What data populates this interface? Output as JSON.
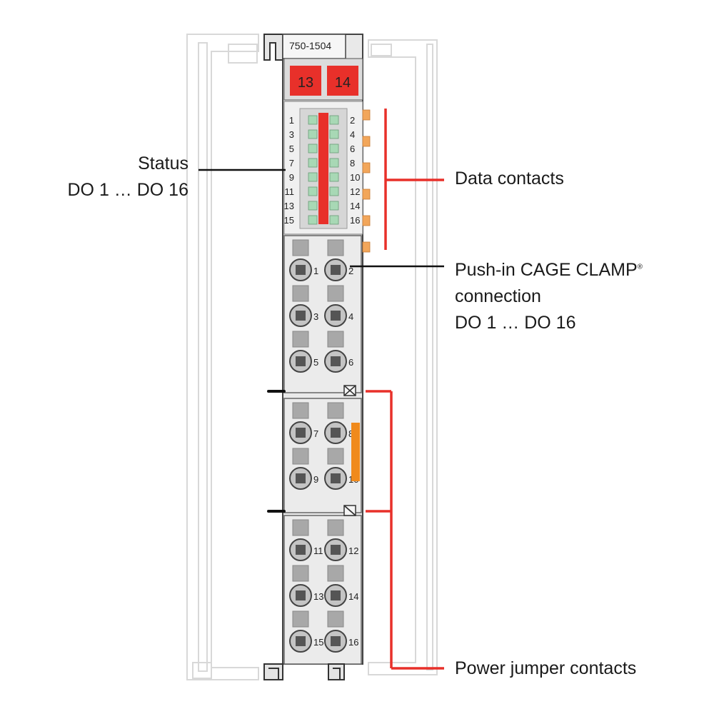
{
  "module": {
    "model": "750-1504",
    "marker_left": "13",
    "marker_right": "14",
    "led_numbers_left": [
      "1",
      "3",
      "5",
      "7",
      "9",
      "11",
      "13",
      "15"
    ],
    "led_numbers_right": [
      "2",
      "4",
      "6",
      "8",
      "10",
      "12",
      "14",
      "16"
    ],
    "terminal_pairs": [
      [
        "1",
        "2"
      ],
      [
        "3",
        "4"
      ],
      [
        "5",
        "6"
      ],
      [
        "7",
        "8"
      ],
      [
        "9",
        "10"
      ],
      [
        "11",
        "12"
      ],
      [
        "13",
        "14"
      ],
      [
        "15",
        "16"
      ]
    ]
  },
  "callouts": {
    "status": {
      "line1": "Status",
      "line2": "DO 1 … DO 16"
    },
    "data_contacts": "Data contacts",
    "push_in": {
      "line1": "Push-in CAGE CLAMP",
      "trademark": "®",
      "line2": "connection",
      "line3": "DO 1 … DO 16"
    },
    "power_jumper": "Power jumper contacts"
  },
  "colors": {
    "callout_red": "#e8302a",
    "led_green": "#a8d8b5",
    "marker_red": "#e8302a",
    "contact_orange": "#f2a65a",
    "jumper_orange": "#f08a1c",
    "body_grey": "#e9e9e9"
  }
}
